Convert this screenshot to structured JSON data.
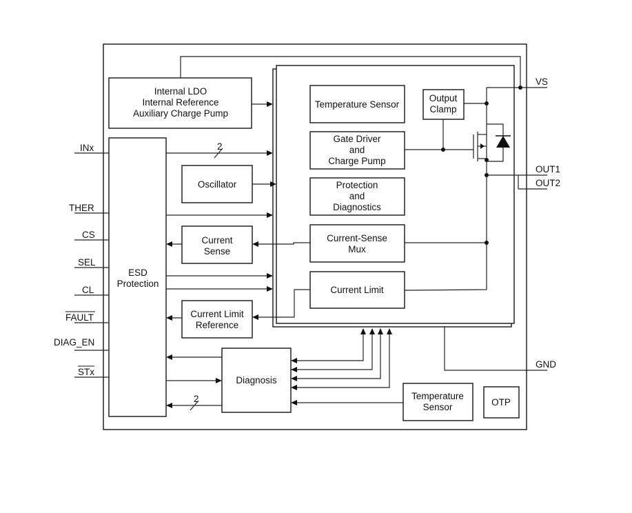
{
  "pins_left": {
    "inx": "INx",
    "ther": "THER",
    "cs": "CS",
    "sel": "SEL",
    "cl": "CL",
    "fault": "FAULT",
    "diag_en": "DIAG_EN",
    "stx": "STx"
  },
  "pins_right": {
    "vs": "VS",
    "out1": "OUT1",
    "out2": "OUT2",
    "gnd": "GND"
  },
  "blocks": {
    "ldo": [
      "Internal LDO",
      "Internal Reference",
      "Auxiliary Charge Pump"
    ],
    "esd": [
      "ESD",
      "Protection"
    ],
    "oscillator": [
      "Oscillator"
    ],
    "current_sense": [
      "Current",
      "Sense"
    ],
    "current_limit_ref": [
      "Current Limit",
      "Reference"
    ],
    "diagnosis": [
      "Diagnosis"
    ],
    "temp_sensor_outer": [
      "Temperature",
      "Sensor"
    ],
    "otp": [
      "OTP"
    ],
    "temp_sensor_inner": [
      "Temperature Sensor"
    ],
    "output_clamp": [
      "Output",
      "Clamp"
    ],
    "gate_driver": [
      "Gate Driver",
      "and",
      "Charge Pump"
    ],
    "prot_diag": [
      "Protection",
      "and",
      "Diagnostics"
    ],
    "cs_mux": [
      "Current-Sense",
      "Mux"
    ],
    "current_limit": [
      "Current Limit"
    ]
  },
  "bus_labels": {
    "inx_bus": "2",
    "stx_bus": "2"
  }
}
